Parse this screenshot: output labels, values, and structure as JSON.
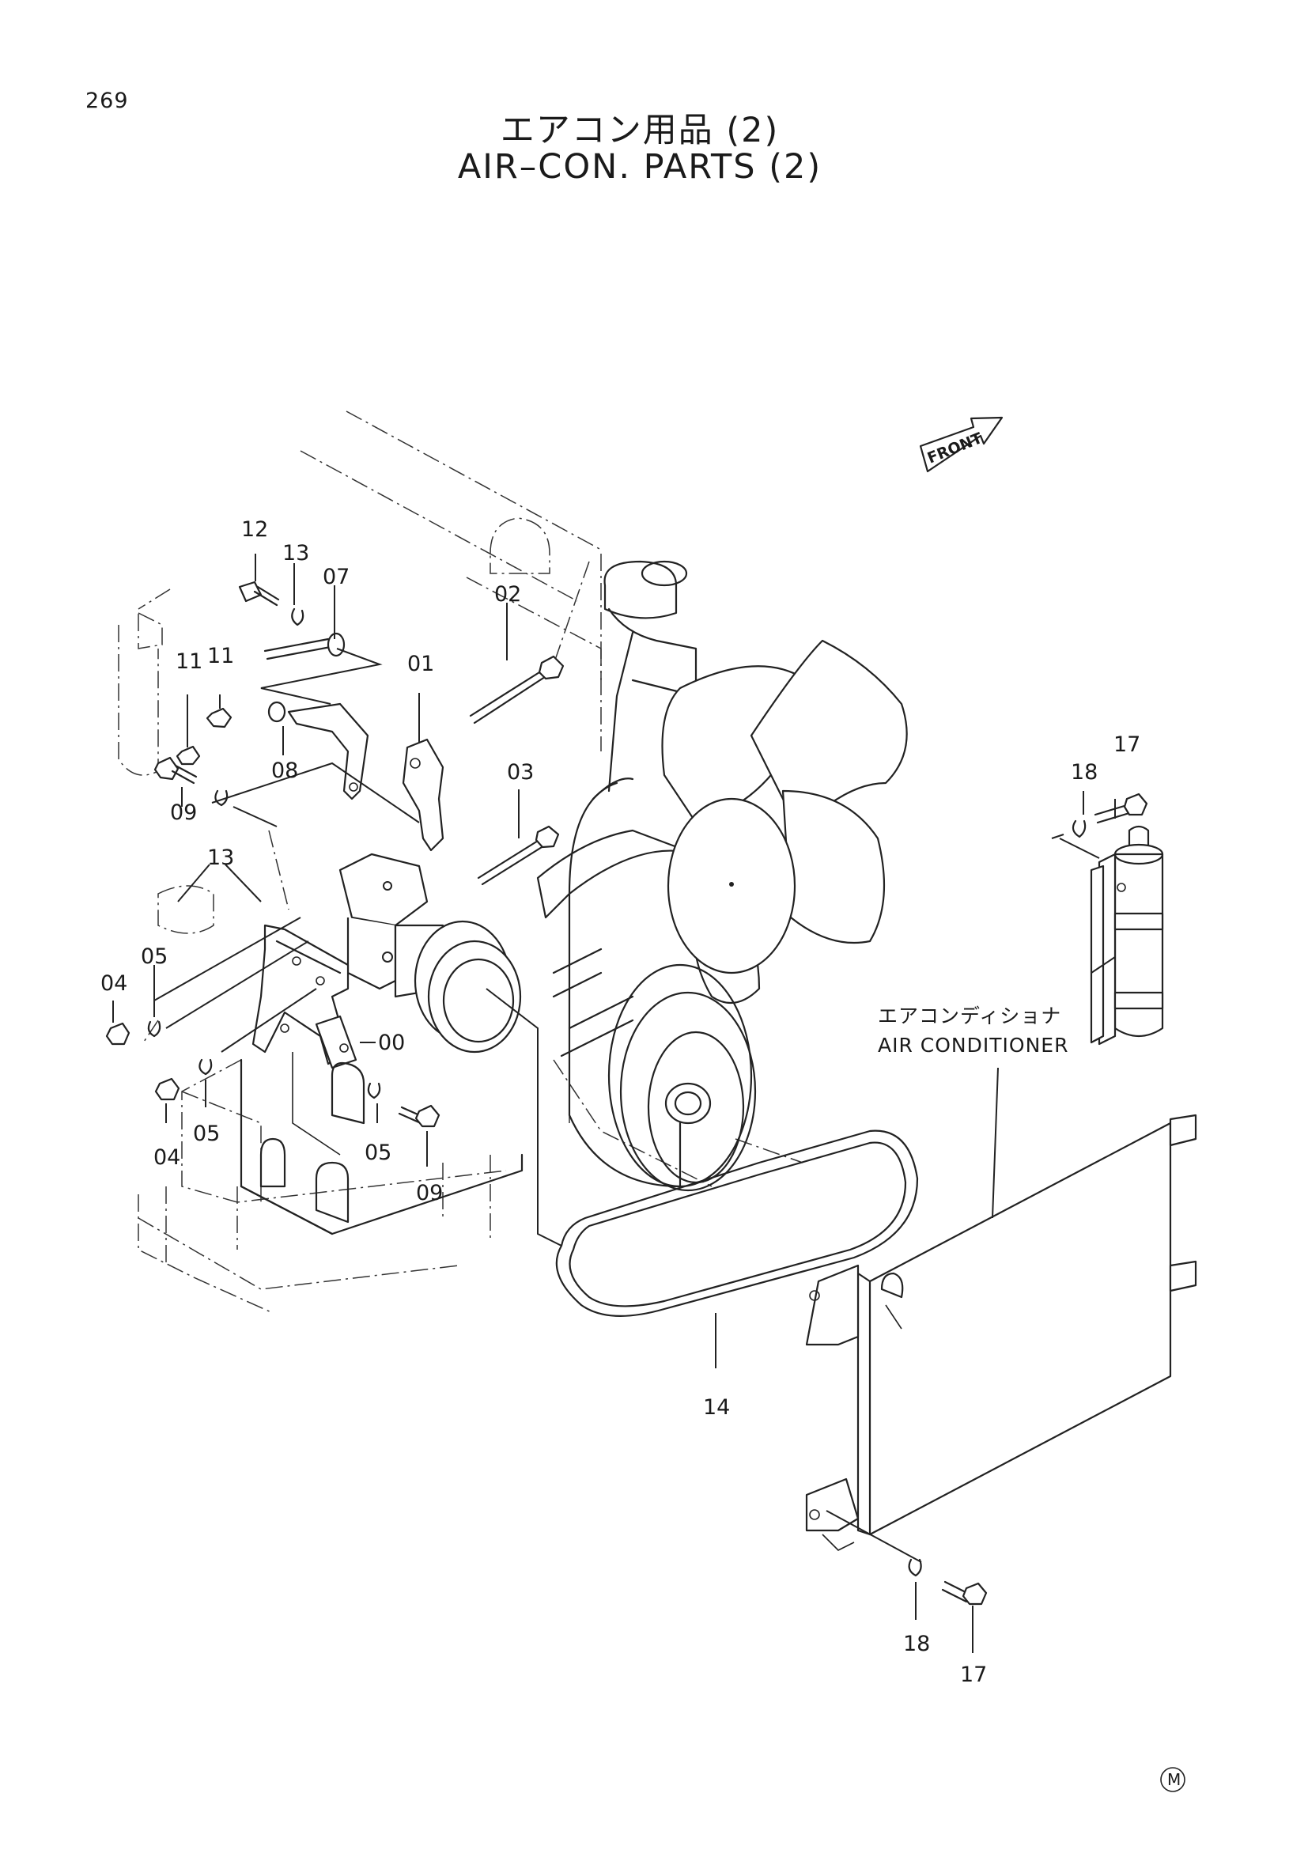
{
  "page": {
    "number": "269",
    "title_jp": "エアコン用品 (2)",
    "title_en": "AIR–CON. PARTS (2)"
  },
  "direction_marker": {
    "label": "FRONT"
  },
  "callouts": {
    "air_conditioner_jp": "エアコンディショナ",
    "air_conditioner_en": "AIR CONDITIONER"
  },
  "part_labels": {
    "p12": "12",
    "p13_top": "13",
    "p07": "07",
    "p02": "02",
    "p11_left": "11",
    "p11_right": "11",
    "p01": "01",
    "p08": "08",
    "p09_left": "09",
    "p03": "03",
    "p13_mid": "13",
    "p05_upper": "05",
    "p04_upper": "04",
    "p00": "00",
    "p05_lower_left": "05",
    "p04_lower": "04",
    "p05_lower_right": "05",
    "p09_right": "09",
    "p14": "14",
    "p17_top": "17",
    "p18_top": "18",
    "p18_bottom": "18",
    "p17_bottom": "17"
  },
  "footer_mark": "M"
}
